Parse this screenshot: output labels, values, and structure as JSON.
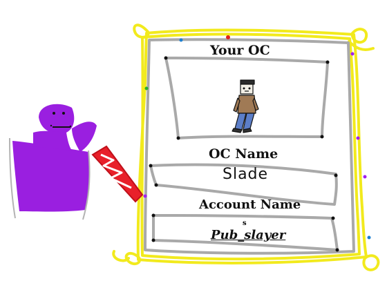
{
  "card": {
    "title": "Your OC",
    "oc_name_label": "OC Name",
    "oc_name_value": "Slade",
    "account_name_label": "Account Name",
    "account_name_value": "Pub_slayer",
    "account_name_superscript": "s"
  },
  "colors": {
    "frame_yellow": "#f4ee1e",
    "frame_gray": "#a8a8a8",
    "mascot_purple": "#9a1fe0",
    "flag_red": "#e8202a"
  }
}
